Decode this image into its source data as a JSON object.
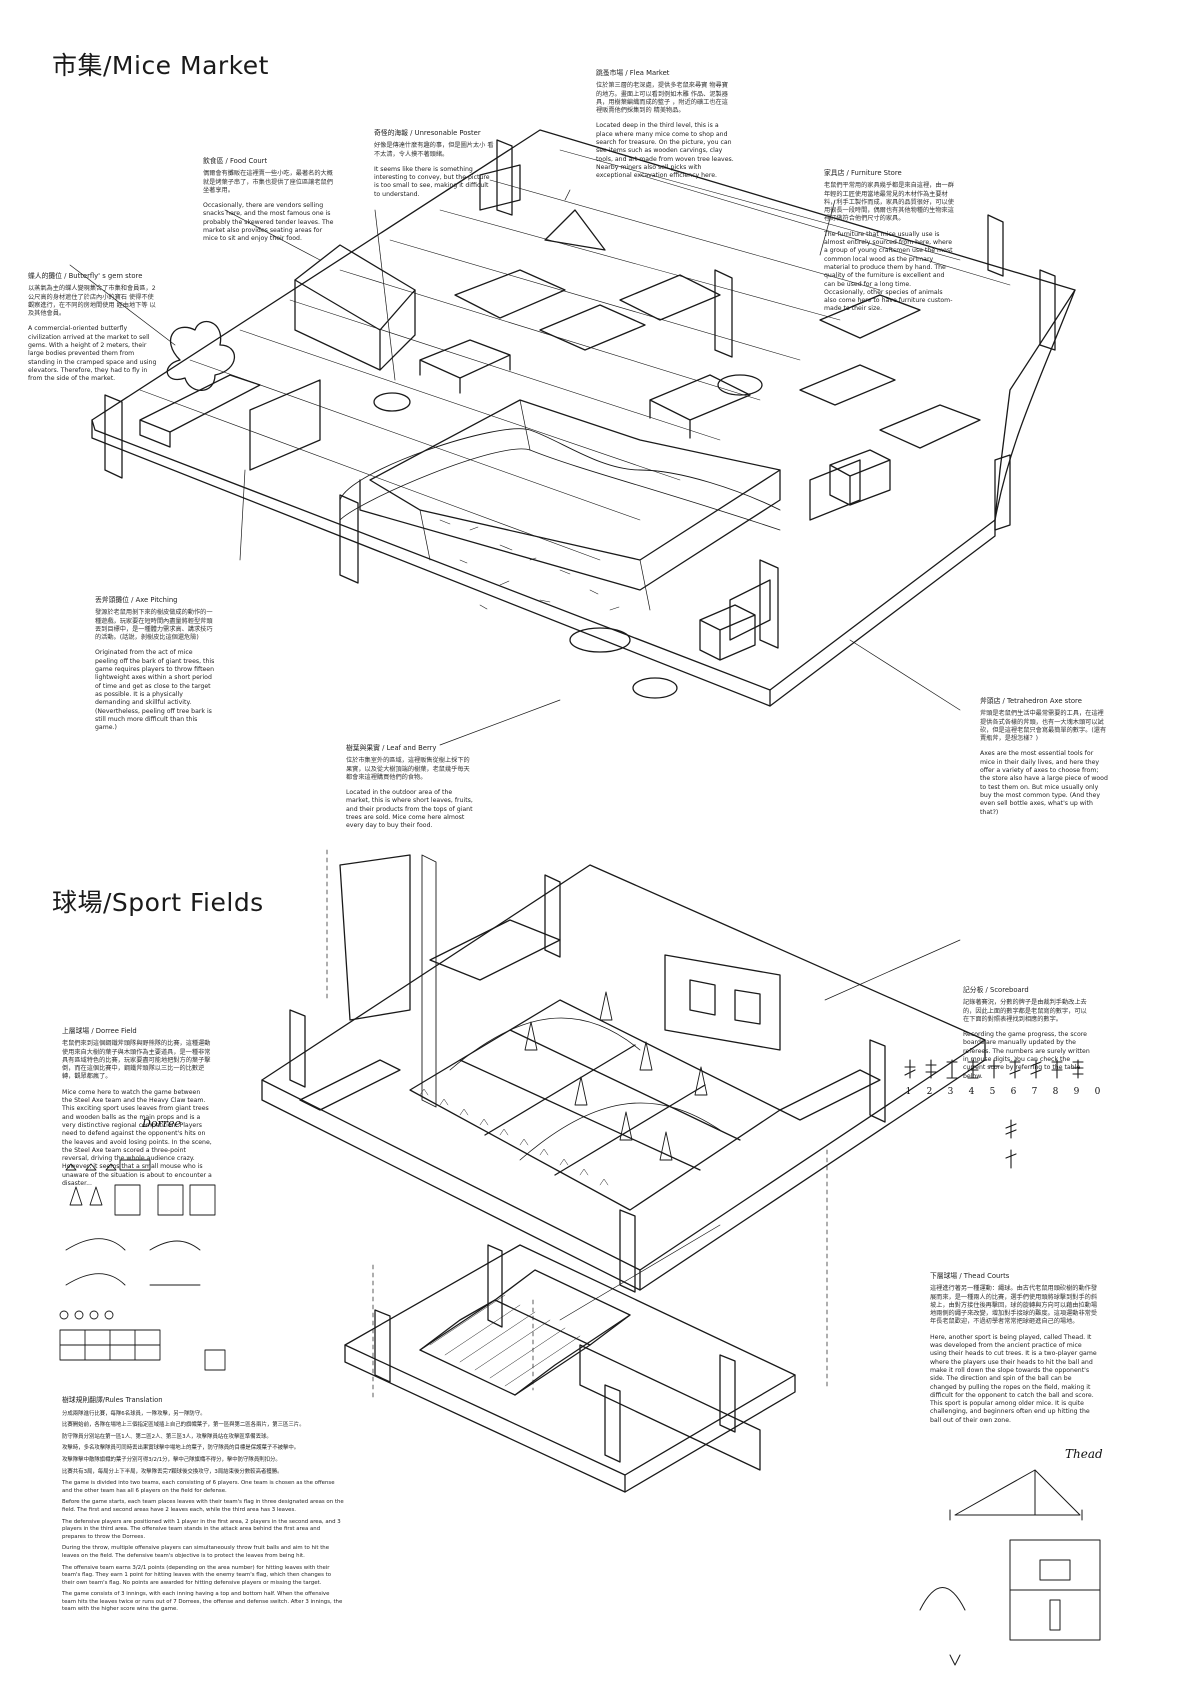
{
  "market": {
    "title": "市集/Mice Market",
    "annotations": [
      {
        "key": "butterfly",
        "heading": "蝶人的攤位 / Butterfly' s gem store",
        "zh": "以蒸氣為主的蝶人變現集合了市集和會員區，2公尺高的身材遮住了於店內小的寶石 使得不使觀察進行，在不同的房地間使用 經由地下等 以及其他會員。",
        "en": "A commercial-oriented butterfly civilization arrived at the market to sell gems. With a height of 2 meters, their large bodies prevented them from standing in the cramped space and using elevators. Therefore, they had to fly in from the side of the market."
      },
      {
        "key": "food",
        "heading": "飲食區 / Food Court",
        "zh": "偶爾會有攤販在這裡賣一些小吃，最著名的大概就是烤葉子串了，市集也提供了座位區讓老鼠們坐著享用。",
        "en": "Occasionally, there are vendors selling snacks here, and the most famous one is probably the skewered tender leaves. The market also provides seating areas for mice to sit and enjoy their food."
      },
      {
        "key": "poster",
        "heading": "奇怪的海報 / Unresonable Poster",
        "zh": "好像是傳達什麼有趣的事，但是圖片太小 看不太清，令人摸不著頭緒。",
        "en": "It seems like there is something interesting to convey, but the picture is too small to see, making it difficult to understand."
      },
      {
        "key": "flea",
        "heading": "跳蚤市場 / Flea Market",
        "zh": "位於第三層的老深處，提供多老鼠來尋寶 物尋寶的地方。畫面上可以看到例如木雕 作品、泥製器具，用樹葉編織而成的籃子 ，附近的礦工也在這裡販賣他們採集到的 精美物品。",
        "en": "Located deep in the third level, this is a place where many mice come to shop and search for treasure. On the picture, you can see items such as wooden carvings, clay tools, and art made from woven tree leaves. Nearby miners also sell picks with exceptional excavation efficiency here."
      },
      {
        "key": "furniture",
        "heading": "家具店 / Furniture Store",
        "zh": "老鼠們平常用的家具幾乎都是來自這裡，由一群年輕的工匠使用當地最常見的木材作為主要材料，利手工製作而成，家具的品質很好，可以使用很長一段時間，偶爾也有其他物種的生物來這裡訂做符合他們尺寸的家具。",
        "en": "The furniture that mice usually use is almost entirely sourced from here, where a group of young craftsmen use the most common local wood as the primary material to produce them by hand. The quality of the furniture is excellent and can be used for a long time. Occasionally, other species of animals also come here to have furniture custom-made to their size."
      },
      {
        "key": "axe",
        "heading": "丟斧頭攤位 / Axe Pitching",
        "zh": "發源於老鼠用剝下來的樹皮做成的動作的一種遊戲，玩家要在短時間內盡量將輕型斧頭丟到目標中，是一種體力需求高、講求技巧的活動。(話說，剝樹皮比這個還危險)",
        "en": "Originated from the act of mice peeling off the bark of giant trees, this game requires players to throw fifteen lightweight axes within a short period of time and get as close to the target as possible. It is a physically demanding and skillful activity. (Nevertheless, peeling off tree bark is still much more difficult than this game.)"
      },
      {
        "key": "leaf",
        "heading": "樹葉與果實 / Leaf and Berry",
        "zh": "位於市集室外的區域，這裡販售從樹上採下的果實，以及從大樹頂端的樹葉，老鼠幾乎每天都會來這裡購買他們的食物。",
        "en": "Located in the outdoor area of the market, this is where short leaves, fruits, and their products from the tops of giant trees are sold. Mice come here almost every day to buy their food."
      },
      {
        "key": "tetra",
        "heading": "斧頭店 / Tetrahedron Axe store",
        "zh": "斧頭是老鼠們生活中最常需要的工具，在這裡提供各式各樣的斧頭，也有一大塊木頭可以試砍，但是這裡老鼠只會寫最簡單的數字。(還有賣瓶斧，是想怎樣？)",
        "en": "Axes are the most essential tools for mice in their daily lives, and here they offer a variety of axes to choose from; the store also have a large piece of wood to test them on. But mice usually only buy the most common type. (And they even sell bottle axes, what's up with that?)"
      }
    ]
  },
  "sport": {
    "title": "球場/Sport Fields",
    "annotations": [
      {
        "key": "dorree",
        "heading": "上層球場 / Dorree Field",
        "zh": "老鼠們來到這個鋼鐵斧頭隊與野熊隊的比賽，這種運動使用來自大樹的葉子與木頭作為主要道具，是一種非常具有區域特色的比賽，玩家要盡可能地把對方的葉子擊倒，而在這個比賽中，鋼鐵斧頭隊以三比一的比數逆轉，觀眾都瘋了。",
        "en": "Mice come here to watch the game between the Steel Axe team and the Heavy Claw team. This exciting sport uses leaves from giant trees and wooden balls as the main props and is a very distinctive regional competition. Players need to defend against the opponent's hits on the leaves and avoid losing points. In the scene, the Steel Axe team scored a three-point reversal, driving the whole audience crazy. However, it seems that a small mouse who is unaware of the situation is about to encounter a disaster..."
      },
      {
        "key": "score",
        "heading": "記分板 / Scoreboard",
        "zh": "記錄著賽況，分數的牌子是由裁判手動改上去的，因此上面的數字都是老鼠寫的數字，可以在下面的對照表裡找到相應的數字。",
        "en": "Recording the game progress, the score boards are manually updated by the referees. The numbers are surely written in mouse digits. You can check the current score by referring to the table below."
      },
      {
        "key": "thead",
        "heading": "下層球場 / Thead Courts",
        "zh": "這裡進行著另一種運動：繩球。由古代老鼠用頭砍樹的動作發展而來，是一種兩人的比賽，選手們使用頭將球擊到對手的斜坡上，由對方接住後再擊回，球的旋轉與方向可以藉由拉動場地兩側的繩子來改變，增加對手接球的難度。這項運動非常受年長老鼠歡迎，不過初學者常常把球砸進自己的場地。",
        "en": "Here, another sport is being played, called Thead. It was developed from the ancient practice of mice using their heads to cut trees. It is a two-player game where the players use their heads to hit the ball and make it roll down the slope towards the opponent's side. The direction and spin of the ball can be changed by pulling the ropes on the field, making it difficult for the opponent to catch the ball and score. This sport is popular among older mice. It is quite challenging, and beginners often end up hitting the ball out of their own zone."
      }
    ],
    "rules": {
      "heading": "樹球規則翻譯/Rules Translation",
      "zh": [
        "分成兩隊進行比賽，每隊6名球員，一隊攻擊，另一隊防守。",
        "比賽開始前，各隊在場地上三個指定區域插上自己的旗幟葉子，第一區與第二區各兩片，第三區三片。",
        "防守隊員分別站在第一區1人、第二區2人、第三區3人，攻擊隊員站在攻擊區準備丟球。",
        "攻擊時，多名攻擊隊員可同時丟出果實球擊中場地上的葉子，防守隊員的目標是保護葉子不被擊中。",
        "攻擊隊擊中敵隊旗幟的葉子分別可得3/2/1分，擊中己隊旗幟不得分，擊中防守隊員則扣分。",
        "比賽共有3局，每局分上下半局，攻擊隊丟完7顆球後交換攻守，3局結束後分數較高者獲勝。"
      ],
      "en": [
        "The game is divided into two teams, each consisting of 6 players. One team is chosen as the offense and the other team has all 6 players on the field for defense.",
        "Before the game starts, each team places leaves with their team's flag in three designated areas on the field. The first and second areas have 2 leaves each, while the third area has 3 leaves.",
        "The defensive players are positioned with 1 player in the first area, 2 players in the second area, and 3 players in the third area. The offensive team stands in the attack area behind the first area and prepares to throw the Dorrees.",
        "During the throw, multiple offensive players can simultaneously throw fruit balls and aim to hit the leaves on the field. The defensive team's objective is to protect the leaves from being hit.",
        "The offensive team earns 3/2/1 points (depending on the area number) for hitting leaves with their team's flag. They earn 1 point for hitting leaves with the enemy team's flag, which then changes to their own team's flag. No points are awarded for hitting defensive players or missing the target.",
        "The game consists of 3 innings, with each inning having a top and bottom half. When the offensive team hits the leaves twice or runs out of 7 Dorrees, the offense and defense switch. After 3 innings, the team with the higher score wins the game."
      ]
    },
    "sketch_labels": {
      "dorree": "Dorree",
      "thead_word": "Thead",
      "digits": [
        "1",
        "2",
        "3",
        "4",
        "5",
        "6",
        "7",
        "8",
        "9",
        "0"
      ]
    }
  }
}
